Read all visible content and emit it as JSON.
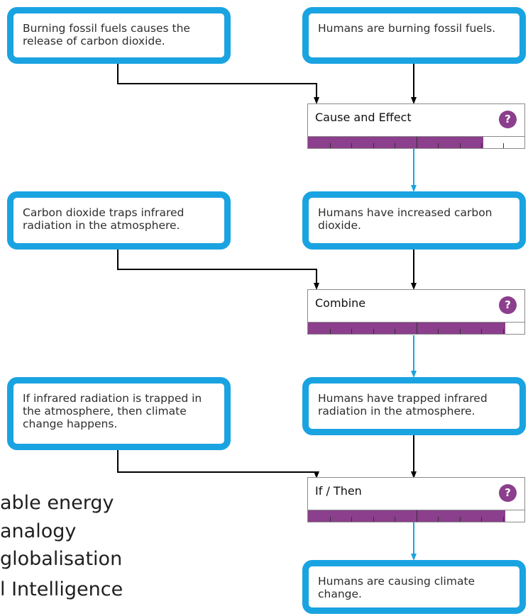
{
  "background_list": [
    "able energy",
    "analogy",
    " globalisation",
    "l Intelligence"
  ],
  "cards": {
    "fossil_release": "Burning fossil fuels causes the release of carbon dioxide.",
    "humans_burning": "Humans are burning fossil fuels.",
    "co2_traps": "Carbon dioxide traps infrared radiation in the atmosphere.",
    "humans_increased": "Humans have increased carbon dioxide.",
    "if_infrared": "If infrared radiation is trapped in the atmosphere, then climate change happens.",
    "humans_trapped": "Humans have trapped infrared radiation in the atmosphere.",
    "humans_causing": "Humans are causing climate change."
  },
  "operators": [
    {
      "label": "Cause and Effect",
      "help": "?",
      "strength": 0.81
    },
    {
      "label": "Combine",
      "help": "?",
      "strength": 0.91
    },
    {
      "label": "If / Then",
      "help": "?",
      "strength": 0.91
    }
  ],
  "colors": {
    "card_border": "#1aa3e1",
    "operator_accent": "#8b3f8c",
    "input_arrow": "#000000",
    "output_arrow": "#1aa3e1"
  }
}
